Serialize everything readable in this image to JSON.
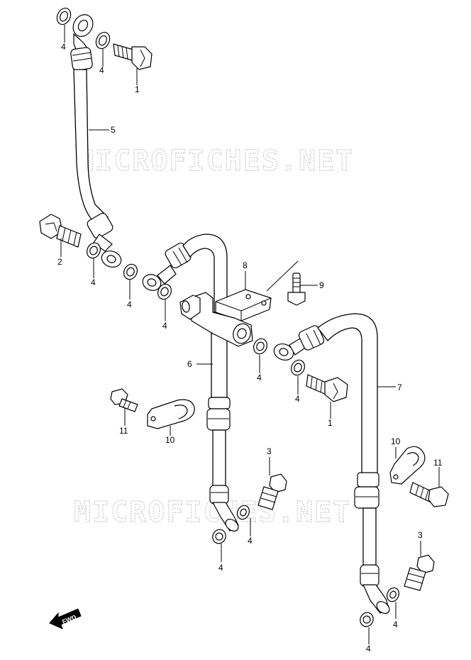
{
  "watermarks": [
    "MICROFICHES.NET",
    "MICROFICHES.NET"
  ],
  "fwd_label": "FWD",
  "callouts": [
    {
      "id": "c1a",
      "text": "1"
    },
    {
      "id": "c1b",
      "text": "1"
    },
    {
      "id": "c2",
      "text": "2"
    },
    {
      "id": "c3a",
      "text": "3"
    },
    {
      "id": "c3b",
      "text": "3"
    },
    {
      "id": "c4a",
      "text": "4"
    },
    {
      "id": "c4b",
      "text": "4"
    },
    {
      "id": "c4c",
      "text": "4"
    },
    {
      "id": "c4d",
      "text": "4"
    },
    {
      "id": "c4e",
      "text": "4"
    },
    {
      "id": "c4f",
      "text": "4"
    },
    {
      "id": "c4g",
      "text": "4"
    },
    {
      "id": "c4h",
      "text": "4"
    },
    {
      "id": "c4i",
      "text": "4"
    },
    {
      "id": "c4j",
      "text": "4"
    },
    {
      "id": "c4k",
      "text": "4"
    },
    {
      "id": "c5",
      "text": "5"
    },
    {
      "id": "c6",
      "text": "6"
    },
    {
      "id": "c7",
      "text": "7"
    },
    {
      "id": "c8",
      "text": "8"
    },
    {
      "id": "c9",
      "text": "9"
    },
    {
      "id": "c10a",
      "text": "10"
    },
    {
      "id": "c10b",
      "text": "10"
    },
    {
      "id": "c11a",
      "text": "11"
    },
    {
      "id": "c11b",
      "text": "11"
    }
  ]
}
